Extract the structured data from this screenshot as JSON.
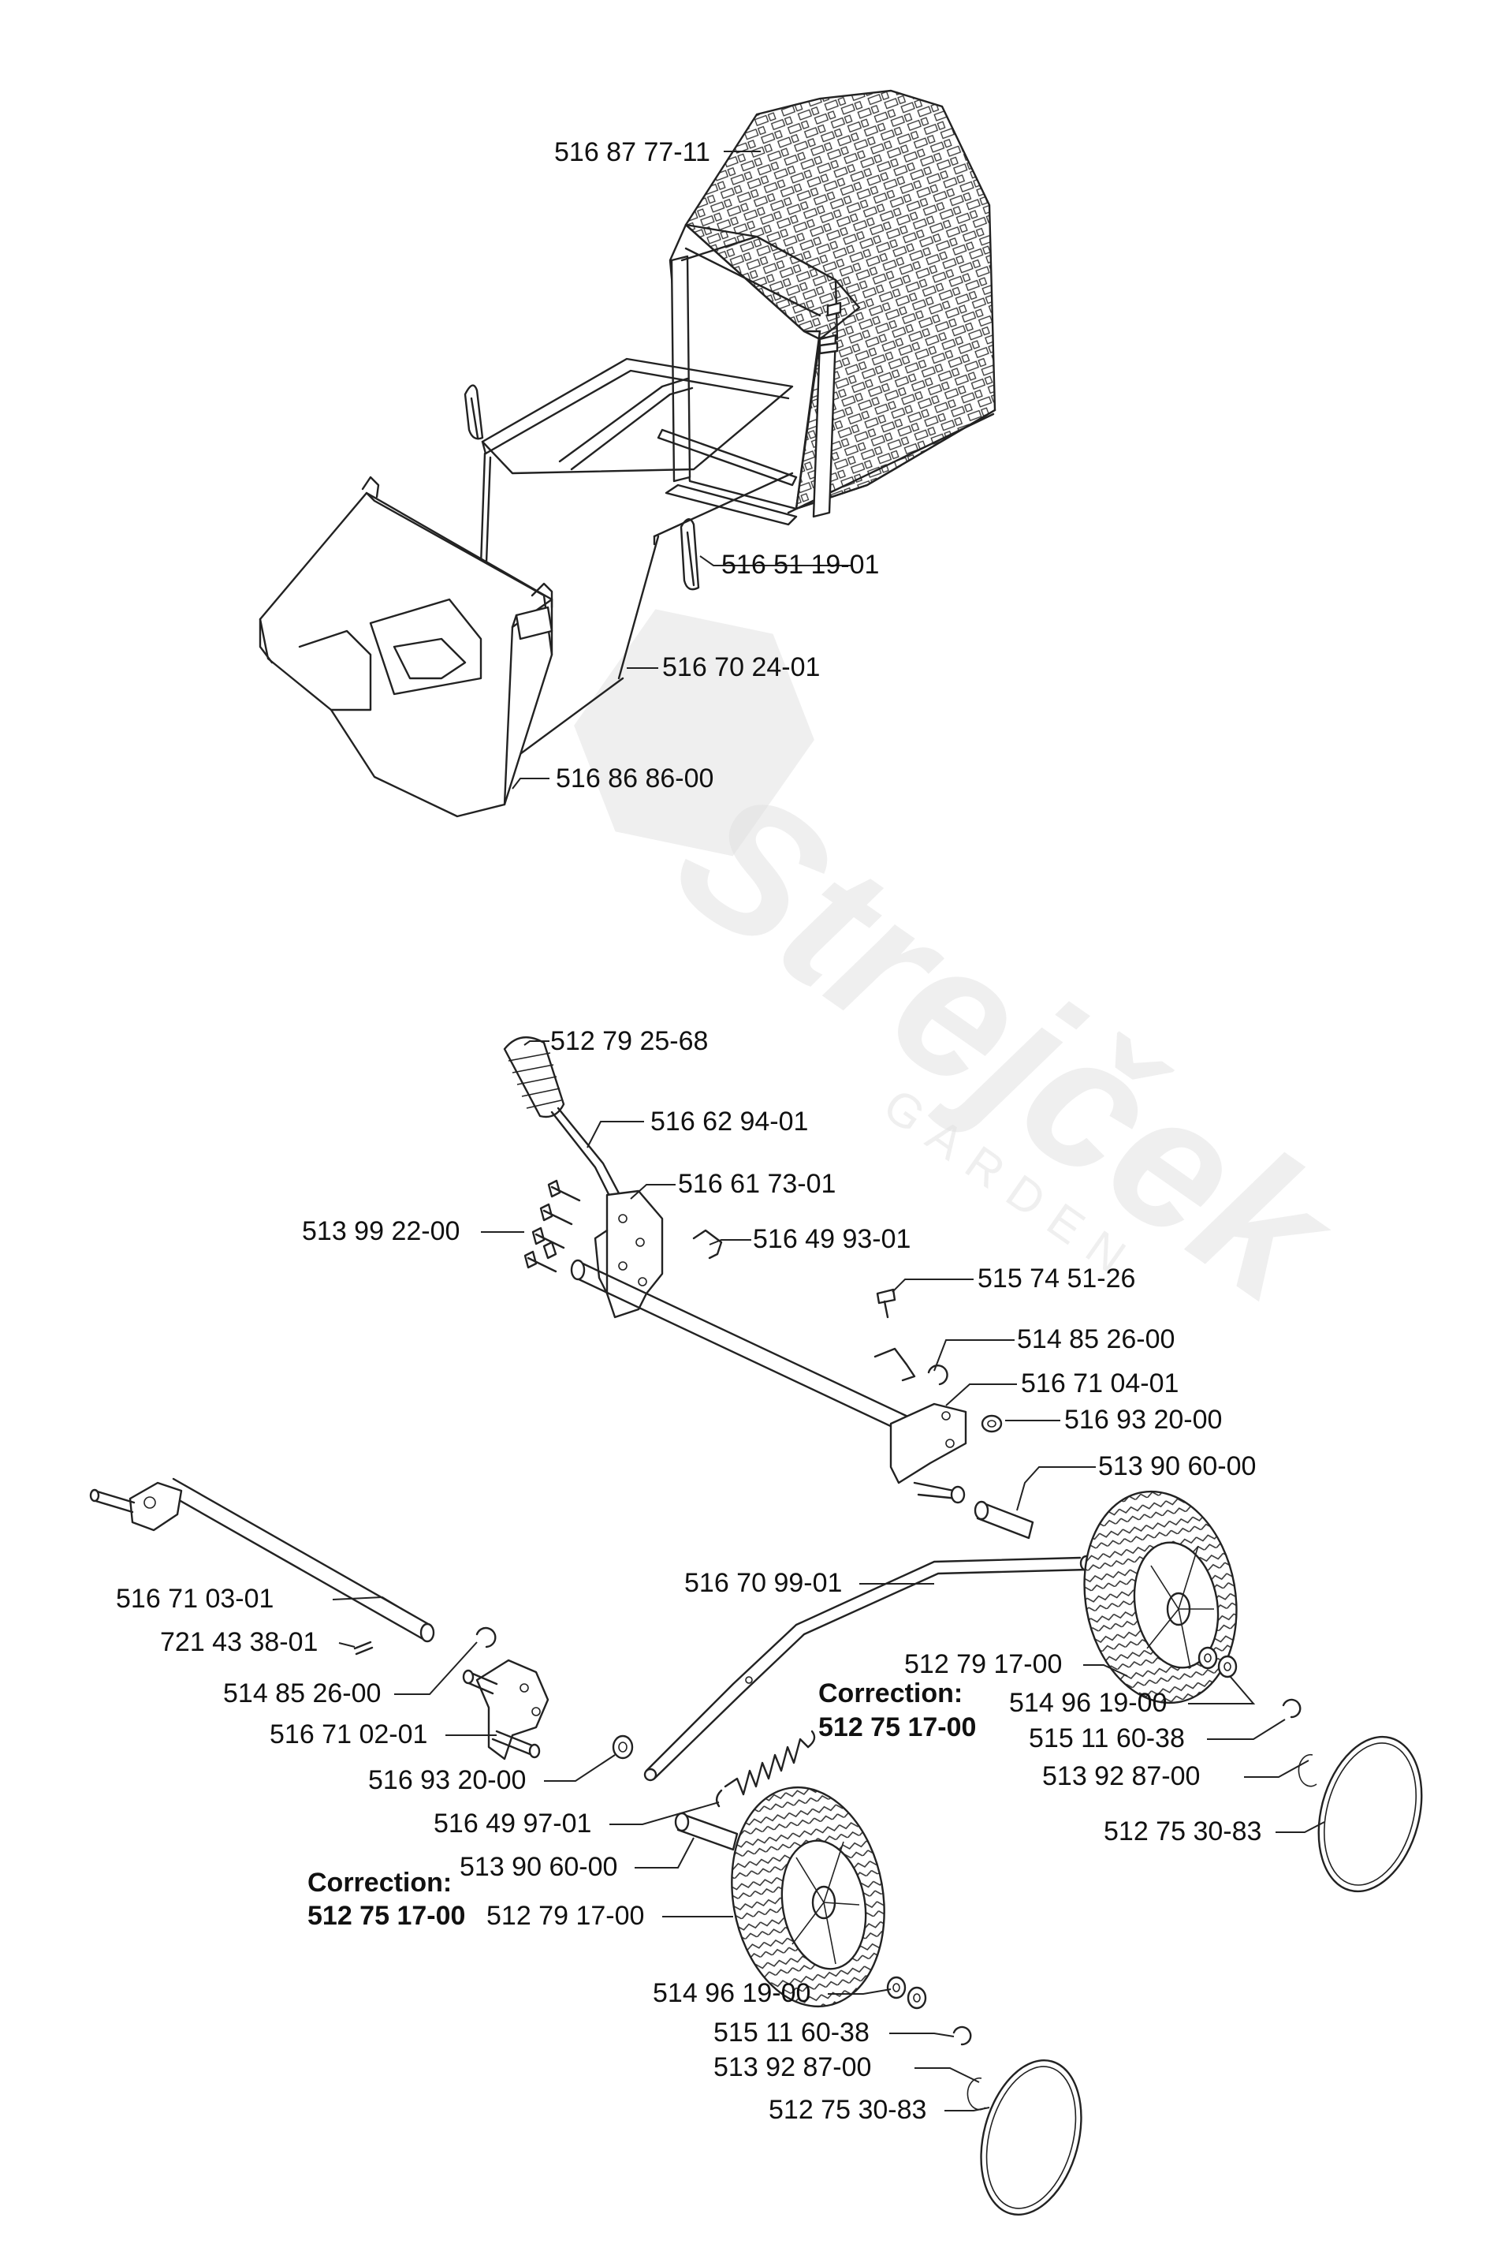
{
  "labels": {
    "p1": "516 87 77-11",
    "p2": "516 51 19-01",
    "p3": "516 70 24-01",
    "p4": "516 86 86-00",
    "p5": "512 79 25-68",
    "p6": "516 62 94-01",
    "p7": "516 61 73-01",
    "p8": "513 99 22-00",
    "p9": "516 49 93-01",
    "p10": "515 74 51-26",
    "p11": "514 85 26-00",
    "p12": "516 71 04-01",
    "p13": "516 93 20-00",
    "p14": "513 90 60-00",
    "p15": "516 71 03-01",
    "p16": "516 70 99-01",
    "p17": "721 43 38-01",
    "p18": "514 85 26-00",
    "p19": "512 79 17-00",
    "p20": "514 96 19-00",
    "p21": "516 71 02-01",
    "p22": "515 11 60-38",
    "p23": "516 93 20-00",
    "p24": "513 92 87-00",
    "p25": "516 49 97-01",
    "p26": "512 75 30-83",
    "p27": "513 90 60-00",
    "p28": "512 79 17-00",
    "p29": "514 96 19-00",
    "p30": "515 11 60-38",
    "p31": "513 92 87-00",
    "p32": "512 75 30-83"
  },
  "corrections": [
    {
      "title": "Correction:",
      "value": "512 75 17-00"
    },
    {
      "title": "Correction:",
      "value": "512 75 17-00"
    }
  ],
  "watermark": {
    "brand": "Strejček",
    "sub": "GARDEN"
  }
}
